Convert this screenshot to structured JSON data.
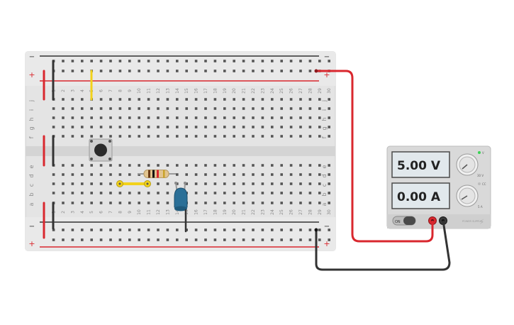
{
  "breadboard": {
    "columns": [
      "1",
      "2",
      "3",
      "4",
      "5",
      "6",
      "7",
      "8",
      "9",
      "10",
      "11",
      "12",
      "13",
      "14",
      "15",
      "16",
      "17",
      "18",
      "19",
      "20",
      "21",
      "22",
      "23",
      "24",
      "25",
      "26",
      "27",
      "28",
      "29",
      "30"
    ],
    "top_row_letters": [
      "j",
      "i",
      "h",
      "g",
      "f"
    ],
    "bottom_row_letters": [
      "e",
      "d",
      "c",
      "b",
      "a"
    ],
    "rail_minus": "−",
    "rail_plus": "+"
  },
  "power_supply": {
    "voltage_display": "5.00 V",
    "current_display": "0.00 A",
    "switch_label": "ON",
    "voltage_knob_label": "V",
    "current_knob_label": "A",
    "voltage_max": "30 V",
    "current_max": "5 A",
    "voltage_cc_label": "CC",
    "brand_text": "POWER SUPPLY"
  },
  "colors": {
    "wire_red": "#d9272e",
    "wire_black": "#333333",
    "wire_yellow": "#f2d21b",
    "led_blue": "#2a6f97",
    "breadboard": "#e6e6e6",
    "supply_body": "#d9d9d9",
    "display_bg": "#e1e8ec"
  }
}
